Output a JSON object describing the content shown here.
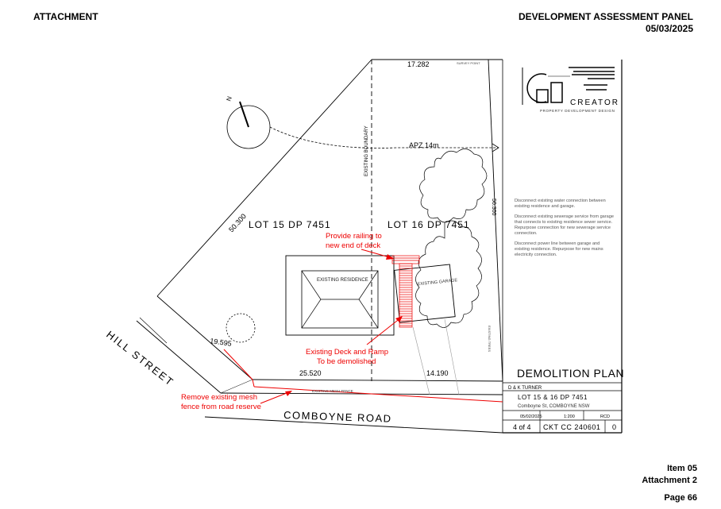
{
  "header": {
    "left": "ATTACHMENT",
    "right_line1": "DEVELOPMENT ASSESSMENT PANEL",
    "right_line2": "05/03/2025"
  },
  "footer": {
    "item": "Item 05",
    "attachment": "Attachment 2",
    "page": "Page 66"
  },
  "plan": {
    "lot15": "LOT 15 DP 7451",
    "lot16": "LOT 16 DP 7451",
    "dim_top": "17.282",
    "dim_left": "50.300",
    "dim_bottom_left": "25.520",
    "dim_bottom_right": "14.190",
    "dim_corner": "19.595",
    "dim_right": "50.300",
    "apz": "APZ 14m",
    "existing_residence": "EXISTING RESIDENCE",
    "existing_garage": "EXISTING GARAGE",
    "existing_boundary": "EXISTING BOUNDARY",
    "hill_street": "HILL STREET",
    "comboyne_road": "COMBOYNE ROAD",
    "north": "N",
    "fence_label": "EXISTING MESH FENCE",
    "survey_point": "SURVEY POINT",
    "existing_trees": "EXISTING TREES"
  },
  "annotations": {
    "railing_line1": "Provide railing to",
    "railing_line2": "new end of deck",
    "deck_line1": "Existing Deck and Ramp",
    "deck_line2": "To be demolished",
    "fence_line1": "Remove existing mesh",
    "fence_line2": "fence from road reserve"
  },
  "notes": [
    "Disconnect existing water connection between existing residence and garage.",
    "Disconnect existing sewerage service from garage that connects to existing residence sewer service. Repurpose connection for new sewerage service connection.",
    "Disconnect power line between garage and existing residence. Repurpose for new mains electricity connection."
  ],
  "title_block": {
    "logo_text": "CREATOR",
    "logo_sub": "PROPERTY DEVELOPMENT DESIGN",
    "drawing_title": "DEMOLITION PLAN",
    "client": "D & K TURNER",
    "lot_line1": "LOT 15 & 16 DP 7451",
    "lot_line2": "Comboyne St, COMBOYNE NSW",
    "date": "05/02/2025",
    "scale": "1:200",
    "drawn": "RCD",
    "sheet": "4 of 4",
    "project": "CKT CC 240601",
    "rev": "0"
  }
}
